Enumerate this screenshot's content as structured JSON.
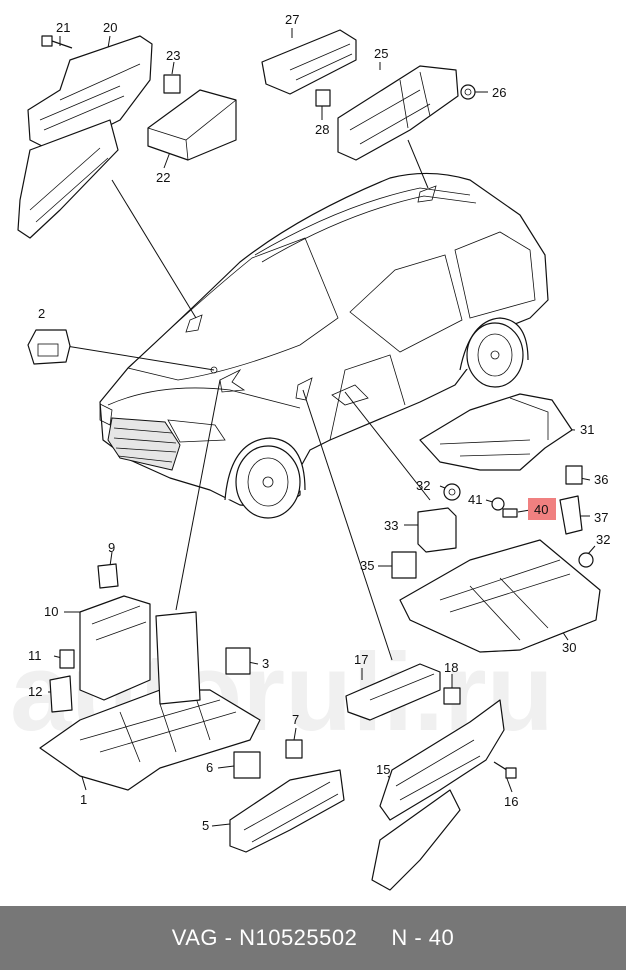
{
  "callouts": [
    {
      "id": "21",
      "label": "21"
    },
    {
      "id": "20",
      "label": "20"
    },
    {
      "id": "23",
      "label": "23"
    },
    {
      "id": "22",
      "label": "22"
    },
    {
      "id": "27",
      "label": "27"
    },
    {
      "id": "25",
      "label": "25"
    },
    {
      "id": "26",
      "label": "26"
    },
    {
      "id": "28",
      "label": "28"
    },
    {
      "id": "2",
      "label": "2"
    },
    {
      "id": "31",
      "label": "31"
    },
    {
      "id": "36",
      "label": "36"
    },
    {
      "id": "32a",
      "label": "32"
    },
    {
      "id": "41",
      "label": "41"
    },
    {
      "id": "40",
      "label": "40"
    },
    {
      "id": "37",
      "label": "37"
    },
    {
      "id": "33",
      "label": "33"
    },
    {
      "id": "32b",
      "label": "32"
    },
    {
      "id": "35",
      "label": "35"
    },
    {
      "id": "30",
      "label": "30"
    },
    {
      "id": "9",
      "label": "9"
    },
    {
      "id": "10",
      "label": "10"
    },
    {
      "id": "3",
      "label": "3"
    },
    {
      "id": "11",
      "label": "11"
    },
    {
      "id": "12",
      "label": "12"
    },
    {
      "id": "17",
      "label": "17"
    },
    {
      "id": "18",
      "label": "18"
    },
    {
      "id": "7",
      "label": "7"
    },
    {
      "id": "6",
      "label": "6"
    },
    {
      "id": "1",
      "label": "1"
    },
    {
      "id": "5",
      "label": "5"
    },
    {
      "id": "15",
      "label": "15"
    },
    {
      "id": "16",
      "label": "16"
    }
  ],
  "highlight": {
    "label": "40",
    "color": "#f08080"
  },
  "watermark": "autoruli.ru",
  "footer": {
    "part_number": "VAG - N10525502",
    "position": "N - 40",
    "background": "#777777"
  }
}
